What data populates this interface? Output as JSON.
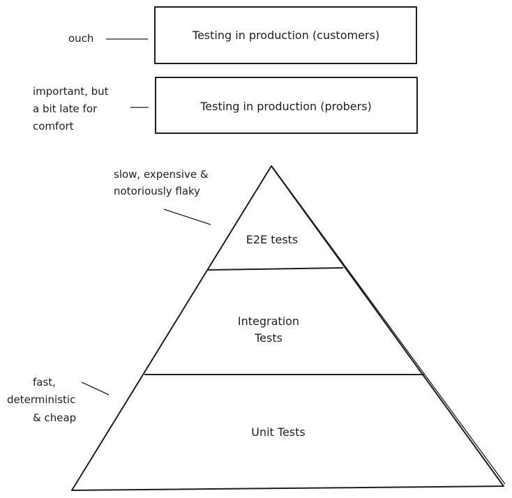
{
  "boxes": {
    "customers": "Testing in production (customers)",
    "probers": "Testing in production (probers)"
  },
  "annotations": {
    "customers": "ouch",
    "probers": [
      "important, but",
      "a bit late for",
      "comfort"
    ],
    "e2e": [
      "slow, expensive &",
      "notoriously flaky"
    ],
    "unit": [
      "fast,",
      "deterministic",
      "& cheap"
    ]
  },
  "pyramid": {
    "top": "E2E tests",
    "middle": [
      "Integration",
      "Tests"
    ],
    "bottom": "Unit Tests"
  }
}
